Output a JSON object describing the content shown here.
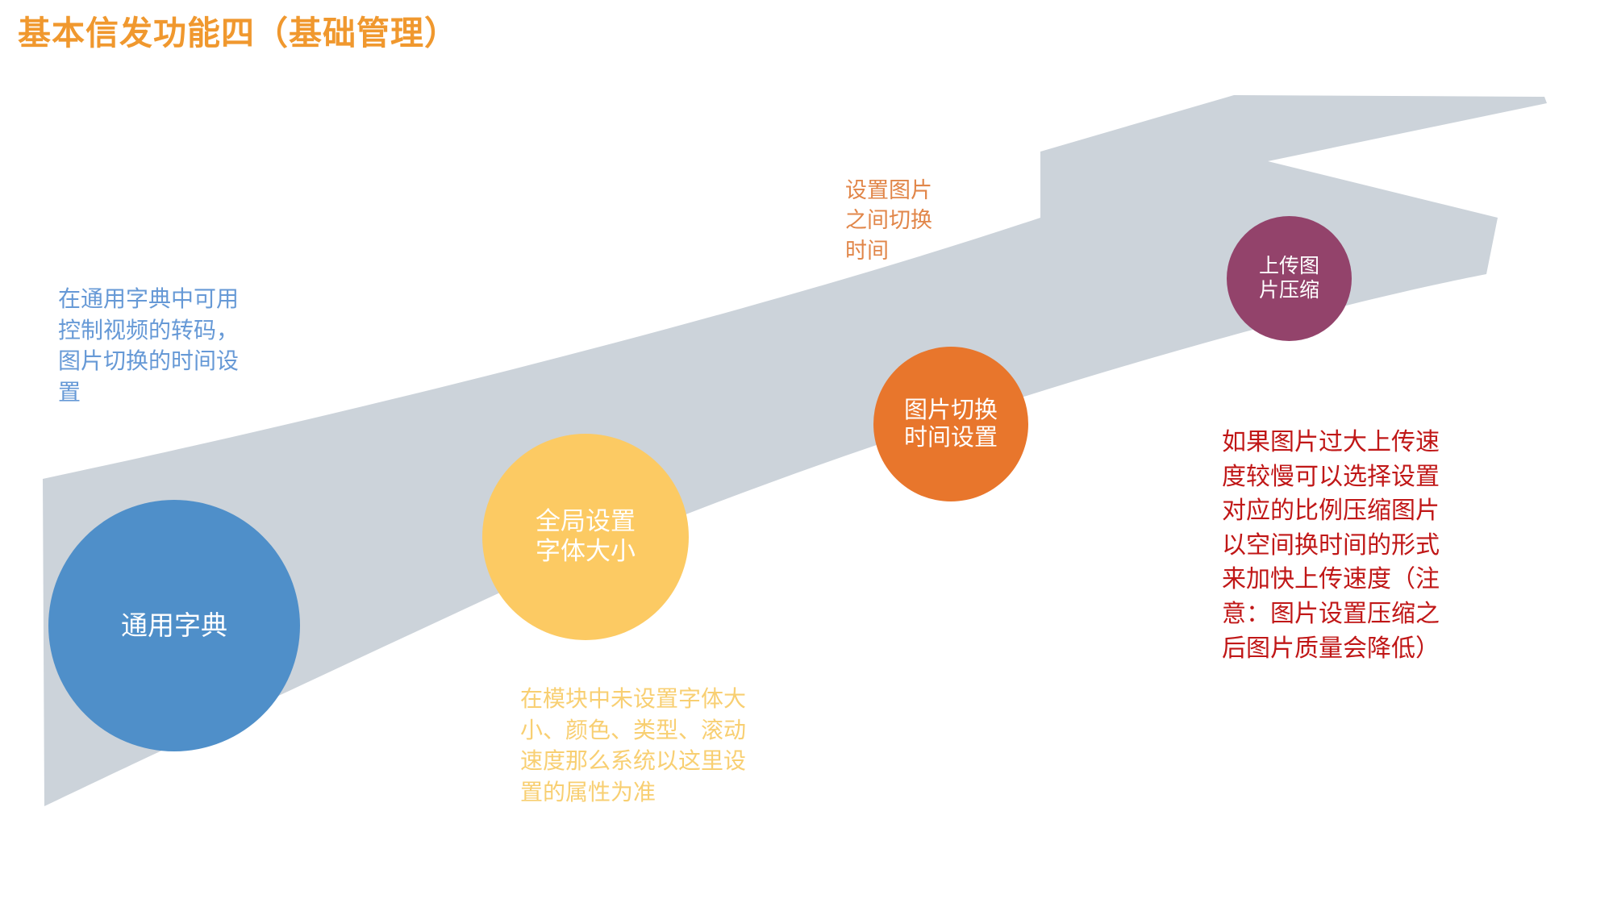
{
  "slide": {
    "title": "基本信发功能四（基础管理）",
    "background_color": "#ffffff",
    "title_color": "#f0982e"
  },
  "arrow": {
    "name": "upward-curved-arrow",
    "color": "#ccd3da",
    "direction": "up-right"
  },
  "nodes": [
    {
      "id": "dictionary",
      "label": "通用字典",
      "color": "#4f8fc9",
      "text_color": "#ffffff",
      "caption": "在通用字典中可用控制视频的转码，图片切换的时间设置",
      "caption_color": "#6699d6",
      "caption_position": "above-left"
    },
    {
      "id": "global-font",
      "label": "全局设置\n字体大小",
      "color": "#fcca63",
      "text_color": "#ffffff",
      "caption": "在模块中未设置字体大小、颜色、类型、滚动速度那么系统以这里设置的属性为准",
      "caption_color": "#f8cf72",
      "caption_position": "below"
    },
    {
      "id": "image-switch",
      "label": "图片切换\n时间设置",
      "color": "#e8762c",
      "text_color": "#ffffff",
      "caption": "设置图片\n之间切换\n时间",
      "caption_color": "#e18649",
      "caption_position": "above"
    },
    {
      "id": "upload-compress",
      "label": "上传图\n片压缩",
      "color": "#93436b",
      "text_color": "#ffffff",
      "caption": "如果图片过大上传速度较慢可以选择设置对应的比例压缩图片以空间换时间的形式来加快上传速度（注意：图片设置压缩之后图片质量会降低）",
      "caption_color": "#c01717",
      "caption_position": "below"
    }
  ]
}
